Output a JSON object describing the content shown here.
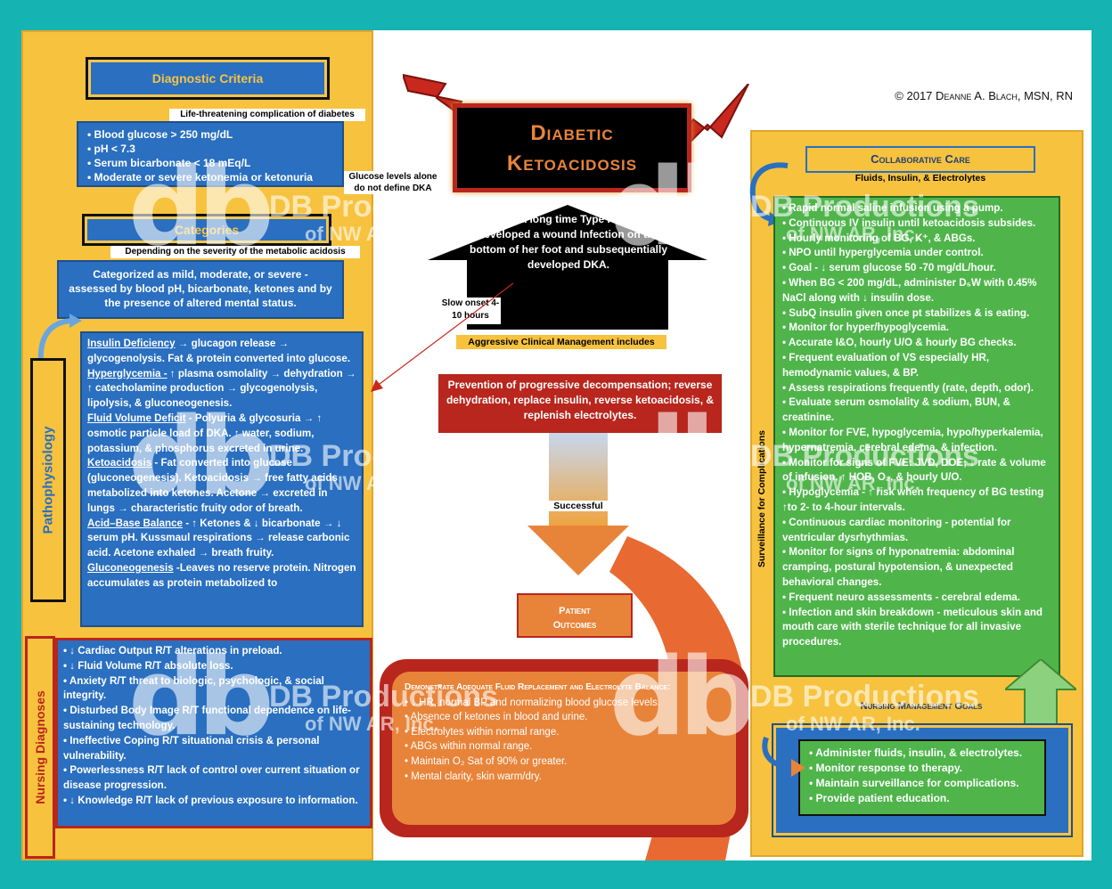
{
  "copyright": "© 2017 Deanne A. Blach, MSN, RN",
  "title_line1": "Diabetic",
  "title_line2": "Ketoacidosis",
  "diagnostic": {
    "title": "Diagnostic Criteria",
    "subtitle": "Life-threatening complication of diabetes",
    "items": [
      "Blood glucose > 250 mg/dL",
      "pH < 7.3",
      "Serum bicarbonate < 18 mEq/L",
      "Moderate or severe ketonemia or ketonuria"
    ],
    "note": "Glucose levels alone do not define DKA"
  },
  "categories": {
    "title": "Categories",
    "subtitle": "Depending on the severity of the metabolic acidosis",
    "text": "Categorized as mild, moderate, or severe - assessed by blood pH, bicarbonate, ketones and by the presence of altered mental status."
  },
  "patho": {
    "title": "Pathophysiology",
    "p1_term": "Insulin Deficiency",
    "p1_text": " → glucagon release → glycogenolysis.  Fat & protein converted into glucose.",
    "p2_term": "Hyperglycemia -",
    "p2_text": " ↑ plasma osmolality → dehydration → ↑ catecholamine production → glycogenolysis, lipolysis, & gluconeogenesis.",
    "p3_term": "Fluid Volume Deficit",
    "p3_text": " - Polyuria & glycosuria → ↑ osmotic particle load of DKA. ↑ water, sodium, potassium, & phosphorus excreted in urine.",
    "p4_term": "Ketoacidosis",
    "p4_text": " - Fat converted into glucose (gluconeogenesis). Ketoacidosis → free fatty acids metabolized into ketones. Acetone → excreted in lungs → characteristic fruity odor of breath.",
    "p5_term": "Acid–Base Balance",
    "p5_text": " - ↑ Ketones & ↓ bicarbonate → ↓ serum pH. Kussmaul respirations → release carbonic acid. Acetone exhaled → breath fruity.",
    "p6_term": "Gluconeogenesis",
    "p6_text": " -Leaves no reserve protein. Nitrogen accumulates as protein metabolized to"
  },
  "scenario": "Alexis, a long time Type I diabetic developed a wound Infection on the bottom of her foot and subsequentially developed DKA.",
  "slow_onset": "Slow onset 4-10 hours",
  "aggressive": "Aggressive Clinical Management includes",
  "prevention": "Prevention of progressive decompensation; reverse dehydration, replace insulin, reverse ketoacidosis, & replenish electrolytes.",
  "successful": "Successful",
  "outcomes_title": "Patient Outcomes",
  "outcomes": {
    "heading": "Demonstrate Adequate Fluid Replacement and Electrolyte Balance:",
    "items": [
      "↓ HR, normal BP and normalizing blood glucose levels.",
      "Absence of ketones in blood and urine.",
      "Electrolytes within normal range.",
      "ABGs within normal range.",
      "Maintain O₂ Sat of 90% or greater.",
      "Mental clarity, skin warm/dry."
    ]
  },
  "nursing_dx": {
    "title": "Nursing Diagnoses",
    "items": [
      "↓ Cardiac Output R/T alterations in preload.",
      "↓ Fluid Volume R/T absolute loss.",
      "Anxiety R/T threat to biologic, psychologic, & social integrity.",
      "Disturbed Body Image R/T functional dependence on life-sustaining technology.",
      "Ineffective Coping R/T situational crisis & personal vulnerability.",
      "Powerlessness R/T lack of control over current situation or disease progression.",
      "↓ Knowledge R/T lack of previous exposure to information."
    ]
  },
  "collab": {
    "title": "Collaborative Care",
    "subtitle": "Fluids, Insulin, & Electrolytes"
  },
  "surveillance": {
    "label": "Surveillance for Complications",
    "items": [
      "Rapid normal saline infusion using a pump.",
      "Continuous IV insulin until ketoacidosis subsides.",
      "Hourly monitoring of BG, K⁺, & ABGs.",
      "NPO until hyperglycemia under control.",
      "Goal - ↓ serum glucose 50 -70 mg/dL/hour.",
      "When BG < 200 mg/dL, administer D₅W with 0.45% NaCl along with ↓ insulin dose.",
      "SubQ insulin given once pt stabilizes & is eating.",
      "Monitor for hyper/hypoglycemia.",
      "Accurate I&O, hourly U/O & hourly BG checks.",
      "Frequent evaluation of VS especially HR, hemodynamic values, & BP.",
      "Assess respirations frequently (rate, depth, odor).",
      "Evaluate serum osmolality & sodium, BUN, & creatinine.",
      "Monitor for FVE, hypoglycemia, hypo/hyperkalemia, hypernatremia, cerebral edema, & infection.",
      "Monitor for signs of FVE: JVD, DOE; ↓ rate & volume of infusion, ↑ HOB, O₂, & hourly U/O.",
      "Hypoglycemia  -  ↑ risk when frequency of BG testing ↑to 2- to 4-hour intervals.",
      "Continuous cardiac monitoring - potential for ventricular dysrhythmias.",
      "Monitor for signs of hyponatremia: abdominal cramping, postural hypotension, & unexpected behavioral changes.",
      "Frequent neuro assessments - cerebral edema.",
      "Infection and skin breakdown - meticulous skin and mouth care with sterile technique for all invasive procedures."
    ]
  },
  "goals": {
    "title": "Nursing Management Goals",
    "items": [
      "Administer fluids, insulin, & electrolytes.",
      "Monitor response to therapy.",
      "Maintain surveillance for complications.",
      "Provide patient education."
    ]
  },
  "watermark": {
    "logo": "db",
    "line1": "DB Productions",
    "line2": "of NW AR, Inc."
  },
  "colors": {
    "teal_bg": "#16b3b3",
    "panel_yellow": "#f7c23e",
    "box_blue": "#2a6fc0",
    "box_green": "#4fb54b",
    "title_red": "#b8261d",
    "outcome_orange": "#e8843a"
  }
}
